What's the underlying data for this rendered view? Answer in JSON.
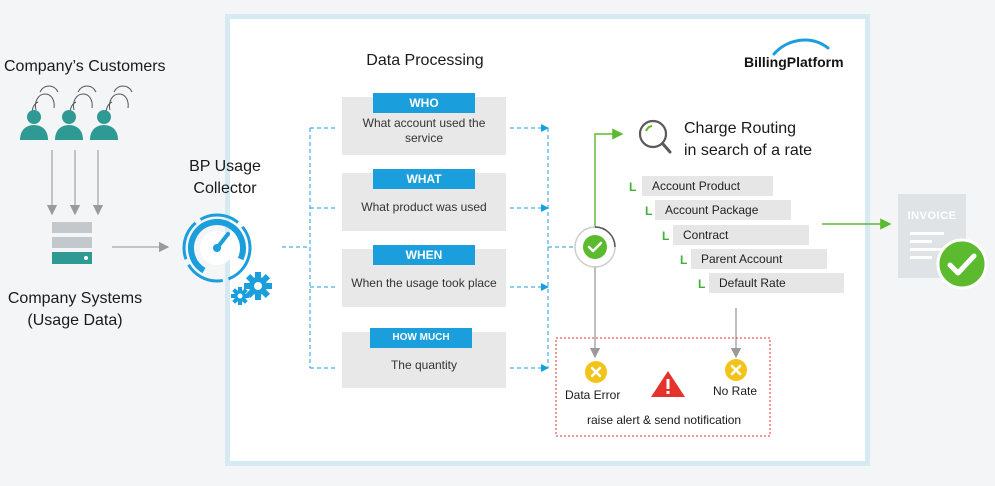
{
  "customers": {
    "title": "Company’s Customers"
  },
  "systems": {
    "line1": "Company Systems",
    "line2": "(Usage Data)"
  },
  "collector": {
    "line1": "BP Usage",
    "line2": "Collector"
  },
  "processing": {
    "title": "Data Processing",
    "items": [
      {
        "tab": "WHO",
        "text": "What account used the service"
      },
      {
        "tab": "WHAT",
        "text": "What product was used"
      },
      {
        "tab": "WHEN",
        "text": "When the usage took place"
      },
      {
        "tab": "HOW MUCH",
        "text": "The quantity"
      }
    ]
  },
  "logo": {
    "text": "BillingPlatform",
    "color": "#1a9fdc"
  },
  "routing": {
    "line1": "Charge Routing",
    "line2": "in search of a rate",
    "steps": [
      "Account Product",
      "Account Package",
      "Contract",
      "Parent Account",
      "Default Rate"
    ]
  },
  "invoice": {
    "label": "INVOICE"
  },
  "errors": {
    "data_error": "Data Error",
    "no_rate": "No Rate",
    "alert": "raise alert & send notification"
  },
  "colors": {
    "accent_blue": "#1a9fdc",
    "customer_teal": "#2e9a93",
    "check_green": "#5cba2f",
    "error_yellow": "#f2c318",
    "warning_red": "#e5322c"
  }
}
